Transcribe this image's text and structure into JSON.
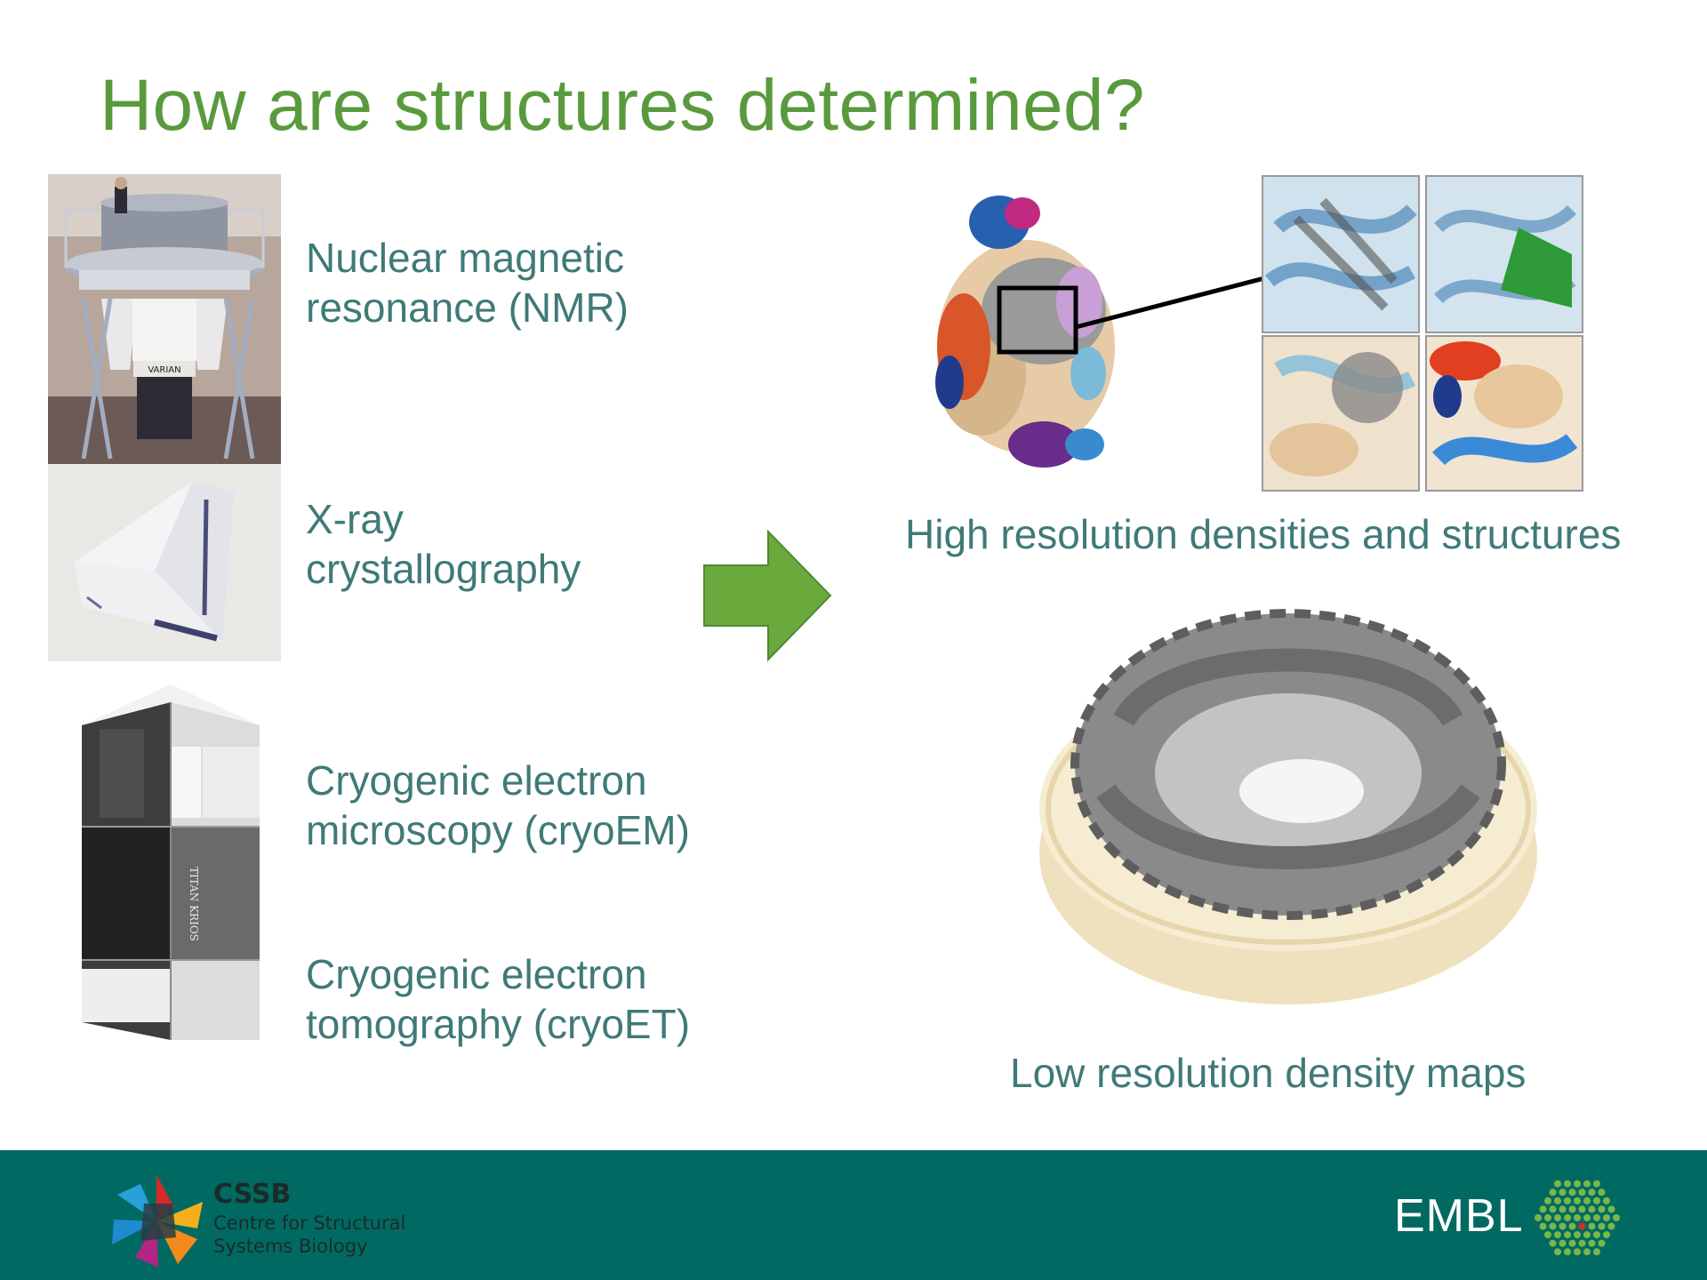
{
  "slide": {
    "title": "How are structures determined?",
    "methods": [
      {
        "line1": "Nuclear magnetic",
        "line2": "resonance (NMR)"
      },
      {
        "line1": "X-ray",
        "line2": "crystallography"
      },
      {
        "line1": "Cryogenic electron",
        "line2": "microscopy (cryoEM)"
      },
      {
        "line1": "Cryogenic electron",
        "line2": "tomography (cryoET)"
      }
    ],
    "captions": {
      "high_res": "High resolution densities and structures",
      "low_res": "Low resolution density maps"
    },
    "instrument_labels": {
      "nmr": "VARIAN",
      "cryoem": "TITAN KRIOS"
    }
  },
  "footer": {
    "cssb": {
      "abbr": "CSSB",
      "line1": "Centre for Structural",
      "line2": "Systems Biology"
    },
    "embl": "EMBL"
  },
  "colors": {
    "title": "#5a9a3e",
    "body_text": "#3f7a78",
    "arrow": "#6aaa3c",
    "footer_bg": "#006a62"
  }
}
